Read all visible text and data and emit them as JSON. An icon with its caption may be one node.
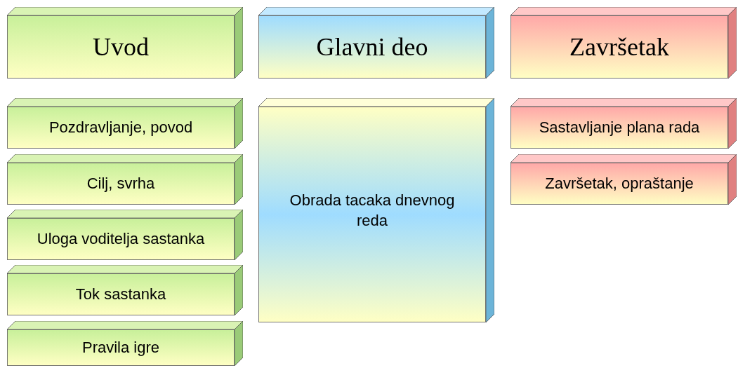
{
  "diagram": {
    "nodes": [
      {
        "text": [
          "Uvod"
        ]
      },
      {
        "text": [
          "Glavni deo"
        ]
      },
      {
        "text": [
          "Završetak"
        ]
      },
      {
        "text": [
          "Pozdravljanje, povod"
        ]
      },
      {
        "text": [
          "Cilj, svrha"
        ]
      },
      {
        "text": [
          "Uloga voditelja sastanka"
        ]
      },
      {
        "text": [
          "Tok sastanka"
        ]
      },
      {
        "text": [
          "Pravila igre"
        ]
      },
      {
        "text": [
          "Obrada tacaka dnevnog reda"
        ]
      },
      {
        "text": [
          "Sastavljanje plana rada"
        ]
      },
      {
        "text": [
          "Završetak, opraštanje"
        ]
      }
    ],
    "edges": []
  }
}
